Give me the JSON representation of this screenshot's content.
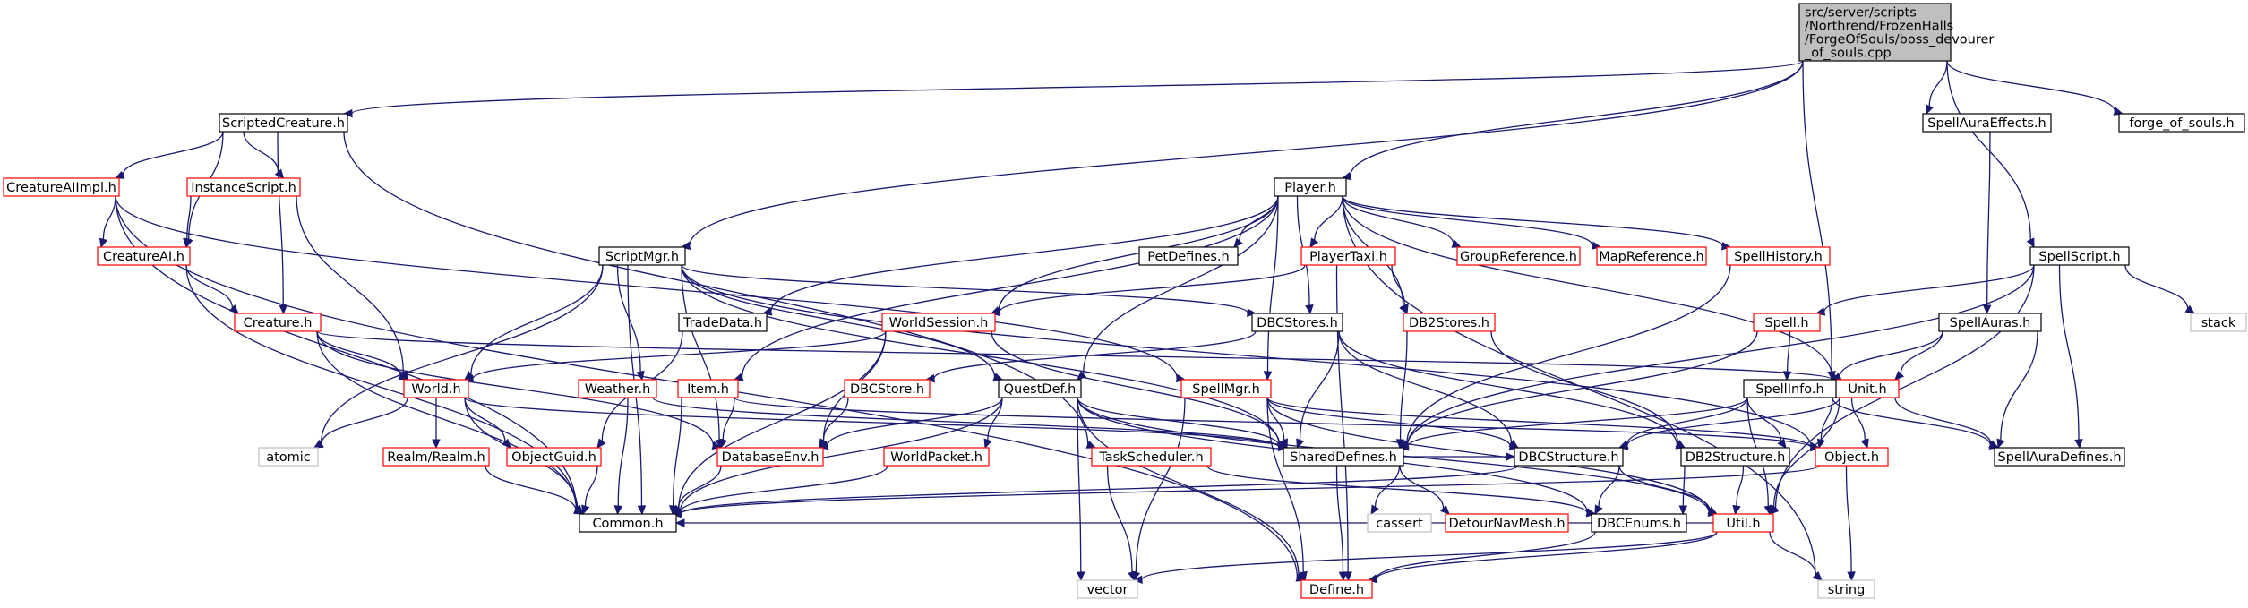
{
  "colors": {
    "edge": "#191970",
    "root_fill": "#bfbfbf",
    "documented_border": "#000000",
    "incomplete_border": "#ff0000",
    "external_border": "#bfbfbf"
  },
  "nodes": [
    {
      "id": "root",
      "lines": [
        "src/server/scripts",
        "/Northrend/FrozenHalls",
        "/ForgeOfSouls/boss_devourer",
        "_of_souls.cpp"
      ],
      "kind": "root"
    },
    {
      "id": "scriptedcreature",
      "lines": [
        "ScriptedCreature.h"
      ],
      "kind": "black"
    },
    {
      "id": "creatureaiimpl",
      "lines": [
        "CreatureAIImpl.h"
      ],
      "kind": "red"
    },
    {
      "id": "instancescript",
      "lines": [
        "InstanceScript.h"
      ],
      "kind": "red"
    },
    {
      "id": "creatureai",
      "lines": [
        "CreatureAI.h"
      ],
      "kind": "red"
    },
    {
      "id": "creature",
      "lines": [
        "Creature.h"
      ],
      "kind": "red"
    },
    {
      "id": "world",
      "lines": [
        "World.h"
      ],
      "kind": "red"
    },
    {
      "id": "atomic",
      "lines": [
        "atomic"
      ],
      "kind": "gray"
    },
    {
      "id": "realm",
      "lines": [
        "Realm/Realm.h"
      ],
      "kind": "red"
    },
    {
      "id": "objectguid",
      "lines": [
        "ObjectGuid.h"
      ],
      "kind": "red"
    },
    {
      "id": "common",
      "lines": [
        "Common.h"
      ],
      "kind": "black"
    },
    {
      "id": "scriptmgr",
      "lines": [
        "ScriptMgr.h"
      ],
      "kind": "black"
    },
    {
      "id": "weather",
      "lines": [
        "Weather.h"
      ],
      "kind": "red"
    },
    {
      "id": "tradedata",
      "lines": [
        "TradeData.h"
      ],
      "kind": "black"
    },
    {
      "id": "worldsession",
      "lines": [
        "WorldSession.h"
      ],
      "kind": "red"
    },
    {
      "id": "item",
      "lines": [
        "Item.h"
      ],
      "kind": "red"
    },
    {
      "id": "dbcstore",
      "lines": [
        "DBCStore.h"
      ],
      "kind": "red"
    },
    {
      "id": "databaseenv",
      "lines": [
        "DatabaseEnv.h"
      ],
      "kind": "red"
    },
    {
      "id": "player",
      "lines": [
        "Player.h"
      ],
      "kind": "black"
    },
    {
      "id": "petdefines",
      "lines": [
        "PetDefines.h"
      ],
      "kind": "black"
    },
    {
      "id": "playertaxi",
      "lines": [
        "PlayerTaxi.h"
      ],
      "kind": "red"
    },
    {
      "id": "groupreference",
      "lines": [
        "GroupReference.h"
      ],
      "kind": "red"
    },
    {
      "id": "mapreference",
      "lines": [
        "MapReference.h"
      ],
      "kind": "red"
    },
    {
      "id": "spellhistory",
      "lines": [
        "SpellHistory.h"
      ],
      "kind": "red"
    },
    {
      "id": "dbcstores",
      "lines": [
        "DBCStores.h"
      ],
      "kind": "black"
    },
    {
      "id": "db2stores",
      "lines": [
        "DB2Stores.h"
      ],
      "kind": "red"
    },
    {
      "id": "questdef",
      "lines": [
        "QuestDef.h"
      ],
      "kind": "black"
    },
    {
      "id": "worldpacket",
      "lines": [
        "WorldPacket.h"
      ],
      "kind": "red"
    },
    {
      "id": "spellmgr",
      "lines": [
        "SpellMgr.h"
      ],
      "kind": "red"
    },
    {
      "id": "taskscheduler",
      "lines": [
        "TaskScheduler.h"
      ],
      "kind": "red"
    },
    {
      "id": "shareddefines",
      "lines": [
        "SharedDefines.h"
      ],
      "kind": "black"
    },
    {
      "id": "cassert",
      "lines": [
        "cassert"
      ],
      "kind": "gray"
    },
    {
      "id": "detournavmesh",
      "lines": [
        "DetourNavMesh.h"
      ],
      "kind": "red"
    },
    {
      "id": "dbcstructure",
      "lines": [
        "DBCStructure.h"
      ],
      "kind": "black"
    },
    {
      "id": "db2structure",
      "lines": [
        "DB2Structure.h"
      ],
      "kind": "black"
    },
    {
      "id": "dbcenums",
      "lines": [
        "DBCEnums.h"
      ],
      "kind": "black"
    },
    {
      "id": "util",
      "lines": [
        "Util.h"
      ],
      "kind": "red"
    },
    {
      "id": "define",
      "lines": [
        "Define.h"
      ],
      "kind": "red"
    },
    {
      "id": "vector",
      "lines": [
        "vector"
      ],
      "kind": "gray"
    },
    {
      "id": "string",
      "lines": [
        "string"
      ],
      "kind": "gray"
    },
    {
      "id": "object",
      "lines": [
        "Object.h"
      ],
      "kind": "red"
    },
    {
      "id": "unit",
      "lines": [
        "Unit.h"
      ],
      "kind": "red"
    },
    {
      "id": "spellinfo",
      "lines": [
        "SpellInfo.h"
      ],
      "kind": "black"
    },
    {
      "id": "spell",
      "lines": [
        "Spell.h"
      ],
      "kind": "red"
    },
    {
      "id": "spellauras",
      "lines": [
        "SpellAuras.h"
      ],
      "kind": "black"
    },
    {
      "id": "spellauradefines",
      "lines": [
        "SpellAuraDefines.h"
      ],
      "kind": "black"
    },
    {
      "id": "spellauraeffects",
      "lines": [
        "SpellAuraEffects.h"
      ],
      "kind": "black"
    },
    {
      "id": "spellscript",
      "lines": [
        "SpellScript.h"
      ],
      "kind": "black"
    },
    {
      "id": "stack",
      "lines": [
        "stack"
      ],
      "kind": "gray"
    },
    {
      "id": "forgeofsouls",
      "lines": [
        "forge_of_souls.h"
      ],
      "kind": "black"
    }
  ]
}
